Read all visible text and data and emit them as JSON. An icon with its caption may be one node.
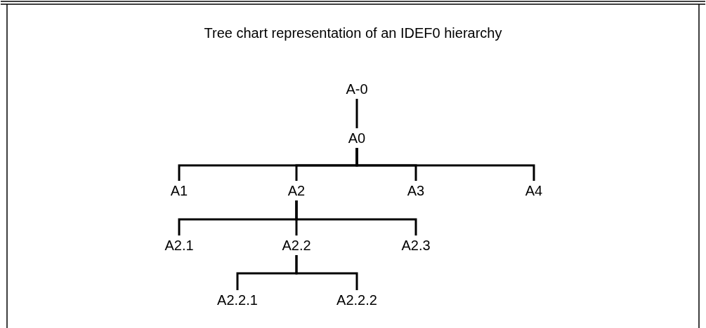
{
  "diagram": {
    "title": "Tree chart representation of an IDEF0 hierarchy",
    "nodes": [
      {
        "text": [
          "A-0"
        ]
      },
      {
        "text": [
          "A0"
        ]
      },
      {
        "text": [
          "A1"
        ]
      },
      {
        "text": [
          "A2"
        ]
      },
      {
        "text": [
          "A3"
        ]
      },
      {
        "text": [
          "A4"
        ]
      },
      {
        "text": [
          "A2.1"
        ]
      },
      {
        "text": [
          "A2.2"
        ]
      },
      {
        "text": [
          "A2.3"
        ]
      },
      {
        "text": [
          "A2.2.1"
        ]
      },
      {
        "text": [
          "A2.2.2"
        ]
      }
    ],
    "edges": [
      {
        "from": 0,
        "to": 1,
        "arrow": "none"
      },
      {
        "from": 1,
        "to": 2,
        "arrow": "none"
      },
      {
        "from": 1,
        "to": 3,
        "arrow": "none"
      },
      {
        "from": 1,
        "to": 4,
        "arrow": "none"
      },
      {
        "from": 1,
        "to": 5,
        "arrow": "none"
      },
      {
        "from": 3,
        "to": 6,
        "arrow": "none"
      },
      {
        "from": 3,
        "to": 7,
        "arrow": "none"
      },
      {
        "from": 3,
        "to": 8,
        "arrow": "none"
      },
      {
        "from": 7,
        "to": 9,
        "arrow": "none"
      },
      {
        "from": 7,
        "to": 10,
        "arrow": "none"
      }
    ]
  }
}
